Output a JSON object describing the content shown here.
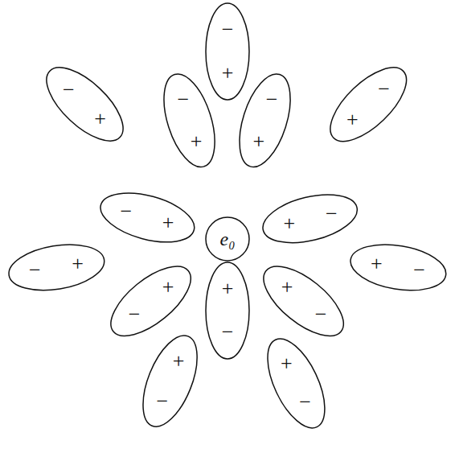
{
  "diagram": {
    "nodes": [
      {
        "text": [
          "−",
          "+"
        ]
      },
      {
        "text": [
          "−",
          "+"
        ]
      },
      {
        "text": [
          "−",
          "+"
        ]
      },
      {
        "text": [
          "−",
          "+"
        ]
      },
      {
        "text": [
          "−",
          "+"
        ]
      },
      {
        "text": [
          "−",
          "+"
        ]
      },
      {
        "text": [
          "e₀"
        ]
      },
      {
        "text": [
          "+",
          "−"
        ]
      },
      {
        "text": [
          "−",
          "+"
        ]
      },
      {
        "text": [
          "+",
          "−"
        ]
      },
      {
        "text": [
          "+",
          "−"
        ]
      },
      {
        "text": [
          "+",
          "−"
        ]
      },
      {
        "text": [
          "+",
          "−"
        ]
      },
      {
        "text": [
          "+",
          "−"
        ]
      },
      {
        "text": [
          "+",
          "−"
        ]
      }
    ]
  }
}
